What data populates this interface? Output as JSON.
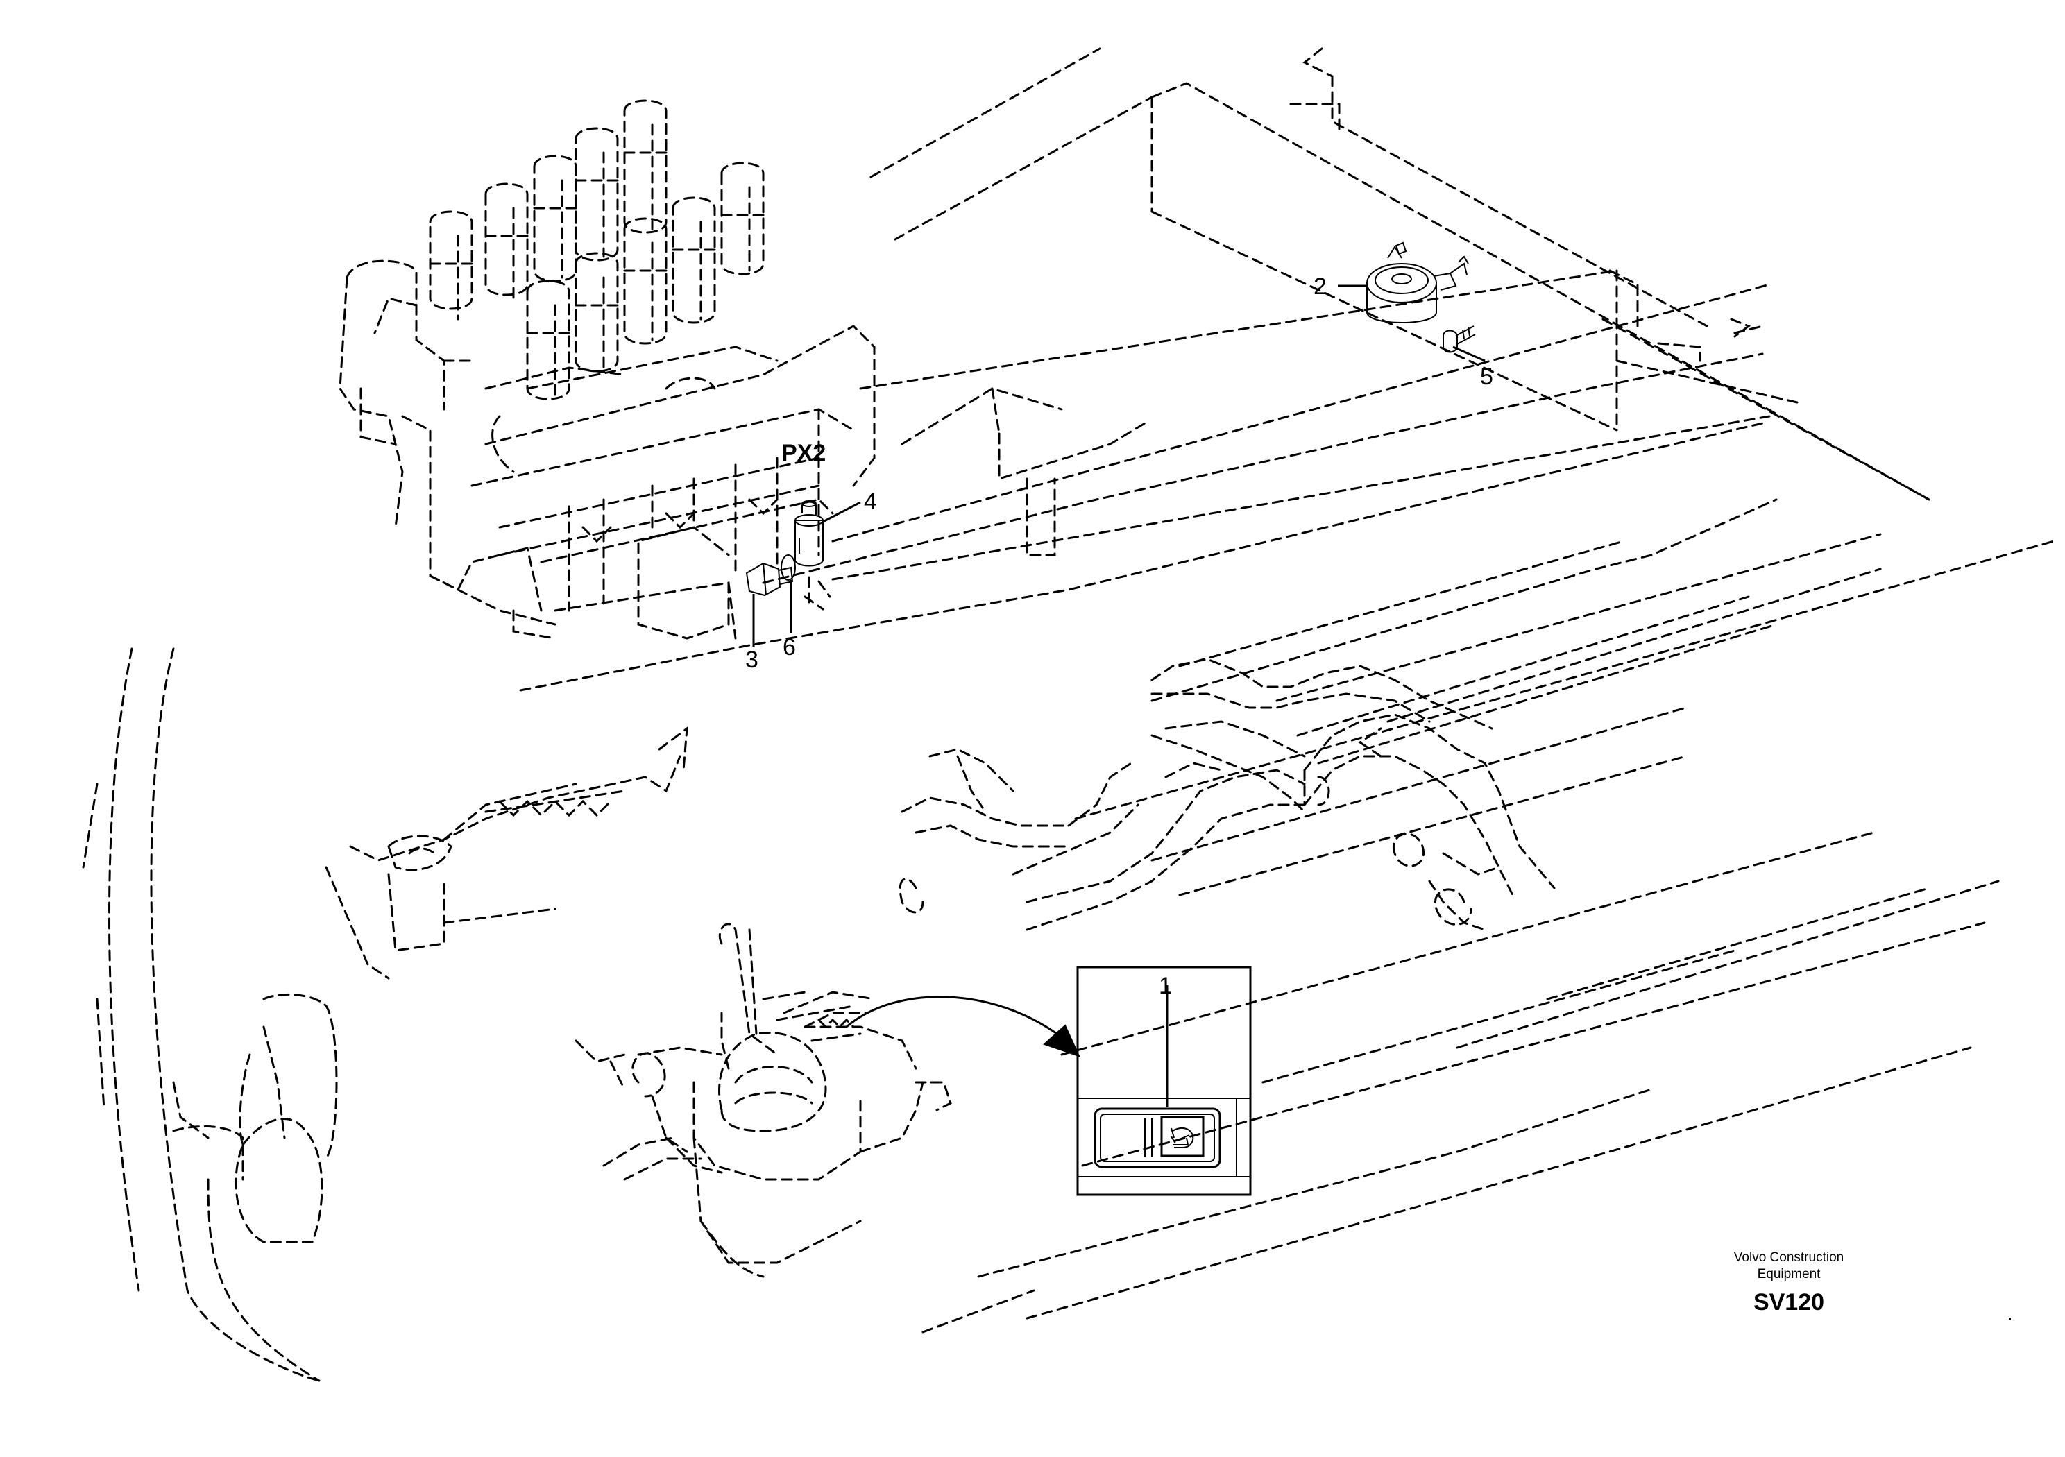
{
  "callouts": [
    "1",
    "2",
    "3",
    "4",
    "5",
    "6"
  ],
  "port_label": "PX2",
  "footer": {
    "brand_line1": "Volvo Construction",
    "brand_line2": "Equipment",
    "model": "SV120"
  },
  "icons": [
    "control-valve-block-icon",
    "alarm-buzzer-icon",
    "pressure-switch-icon",
    "adapter-fitting-icon",
    "screw-icon",
    "o-ring-icon",
    "joystick-icon",
    "rocker-switch-icon",
    "lamp-symbol-icon",
    "pointer-arrow-icon"
  ]
}
